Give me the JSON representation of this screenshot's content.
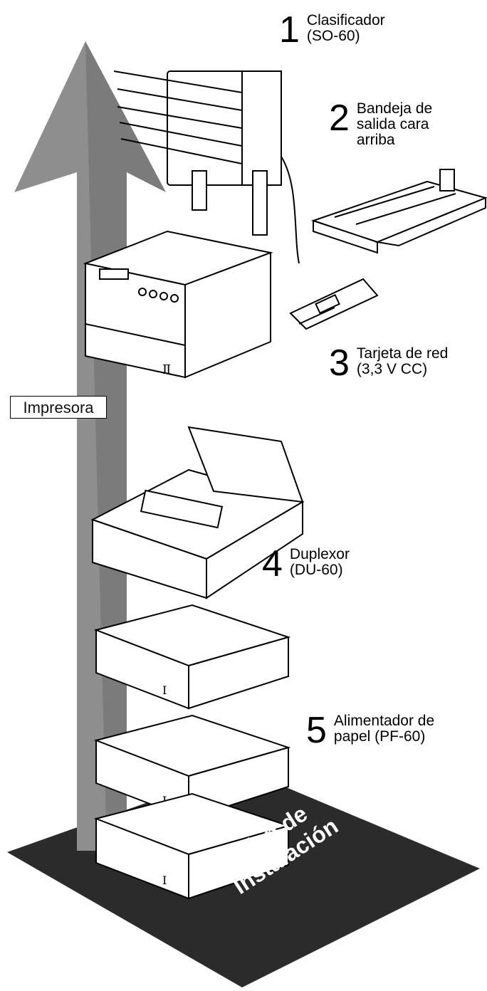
{
  "components": [
    {
      "number": "1",
      "label": "Clasificador\n(SO-60)"
    },
    {
      "number": "2",
      "label": "Bandeja de\nsalida cara\narriba"
    },
    {
      "number": "3",
      "label": "Tarjeta de red\n(3,3 V CC)"
    },
    {
      "number": "4",
      "label": "Duplexor\n(DU-60)"
    },
    {
      "number": "5",
      "label": "Alimentador de\npapel  (PF-60)"
    }
  ],
  "printer_label": "Impresora",
  "footer": {
    "line1": "Orden de",
    "line2": "Instalación"
  },
  "colors": {
    "base": "#2a2a2a",
    "arrow": "#8c8c8c",
    "line": "#000000"
  }
}
